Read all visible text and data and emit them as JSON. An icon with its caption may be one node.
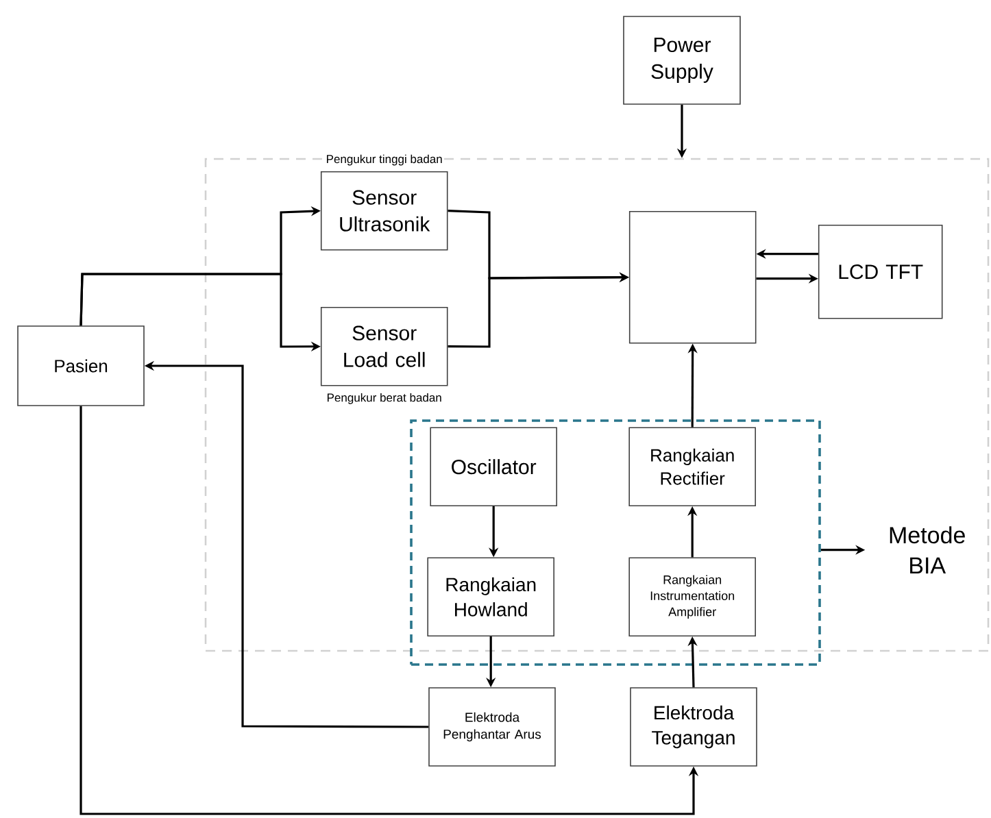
{
  "diagram": {
    "nodes": [
      {
        "text": [
          "Power Supply"
        ]
      },
      {
        "text": [],
        "shape": "box"
      },
      {
        "text": [
          "Sensor Ultrasonik"
        ],
        "beside": [
          "Pengukur tinggi badan"
        ],
        "in": 1
      },
      {
        "text": [
          "Sensor Load cell"
        ],
        "beside": [
          "Pengukur berat badan"
        ],
        "in": 1
      },
      {
        "text": [],
        "shape": "box",
        "in": 1
      },
      {
        "text": [
          "LCD TFT"
        ],
        "in": 1
      },
      {
        "text": [
          "Pasien"
        ]
      },
      {
        "text": [],
        "shape": "box"
      },
      {
        "text": [
          "Oscillator"
        ],
        "in": 7
      },
      {
        "text": [
          "Rangkaian Rectifier"
        ],
        "in": 7
      },
      {
        "text": [
          "Rangkaian Howland"
        ],
        "in": 7
      },
      {
        "text": [
          "Rangkaian Instrumentation Amplifier"
        ],
        "in": 7
      },
      {
        "text": [
          "Elektroda Penghantar Arus"
        ]
      },
      {
        "text": [
          "Elektroda Tegangan"
        ]
      },
      {
        "text": [
          "Metode BIA"
        ],
        "in": 1
      }
    ],
    "edges": [
      {
        "from": 0,
        "to": 1,
        "arrow": "to"
      },
      {
        "from": 6,
        "to": 2,
        "arrow": "to"
      },
      {
        "from": 6,
        "to": 3,
        "arrow": "to"
      },
      {
        "from": 2,
        "to": 4,
        "arrow": "to"
      },
      {
        "from": 3,
        "to": 4,
        "arrow": "to"
      },
      {
        "from": 5,
        "to": 4,
        "arrow": "to"
      },
      {
        "from": 4,
        "to": 5,
        "arrow": "to"
      },
      {
        "from": 9,
        "to": 4,
        "arrow": "to"
      },
      {
        "from": 8,
        "to": 10,
        "arrow": "to"
      },
      {
        "from": 11,
        "to": 9,
        "arrow": "to"
      },
      {
        "from": 10,
        "to": 12,
        "arrow": "to"
      },
      {
        "from": 13,
        "to": 11,
        "arrow": "to"
      },
      {
        "from": 12,
        "to": 6,
        "arrow": "to"
      },
      {
        "from": 6,
        "to": 13,
        "arrow": "to"
      },
      {
        "from": 7,
        "to": 14,
        "arrow": "to"
      }
    ]
  }
}
